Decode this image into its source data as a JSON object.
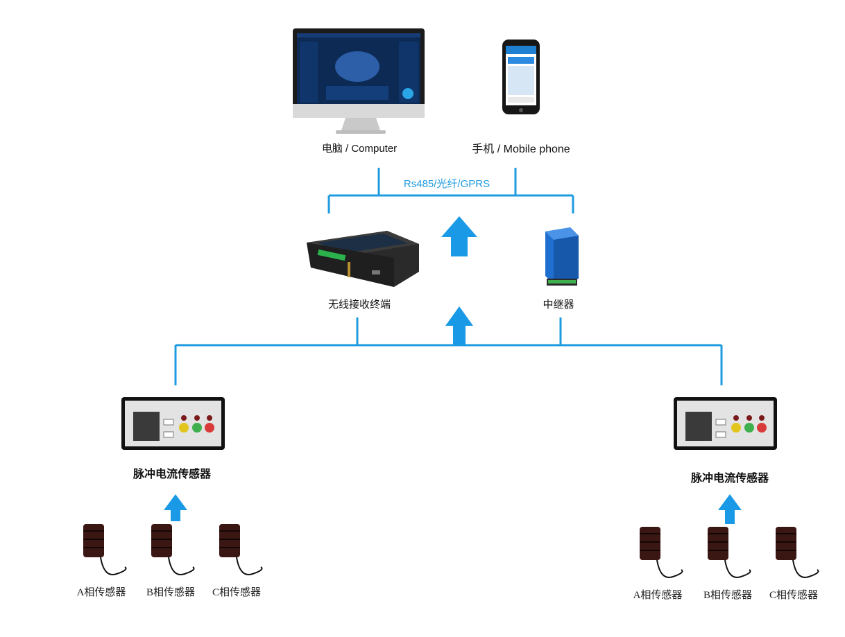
{
  "top": {
    "computer_label": "电脑 / Computer",
    "phone_label": "手机 / Mobile phone"
  },
  "link": {
    "protocol_label": "Rs485/光纤/GPRS"
  },
  "middle": {
    "terminal_label": "无线接收终端",
    "repeater_label": "中继器"
  },
  "sensors": {
    "left_device_label": "脉冲电流传感器",
    "right_device_label": "脉冲电流传感器",
    "left": {
      "a": "A相传感器",
      "b": "B相传感器",
      "c": "C相传感器"
    },
    "right": {
      "a": "A相传感器",
      "b": "B相传感器",
      "c": "C相传感器"
    }
  },
  "colors": {
    "line": "#1f9be0",
    "arrow": "#1a9ae6"
  }
}
